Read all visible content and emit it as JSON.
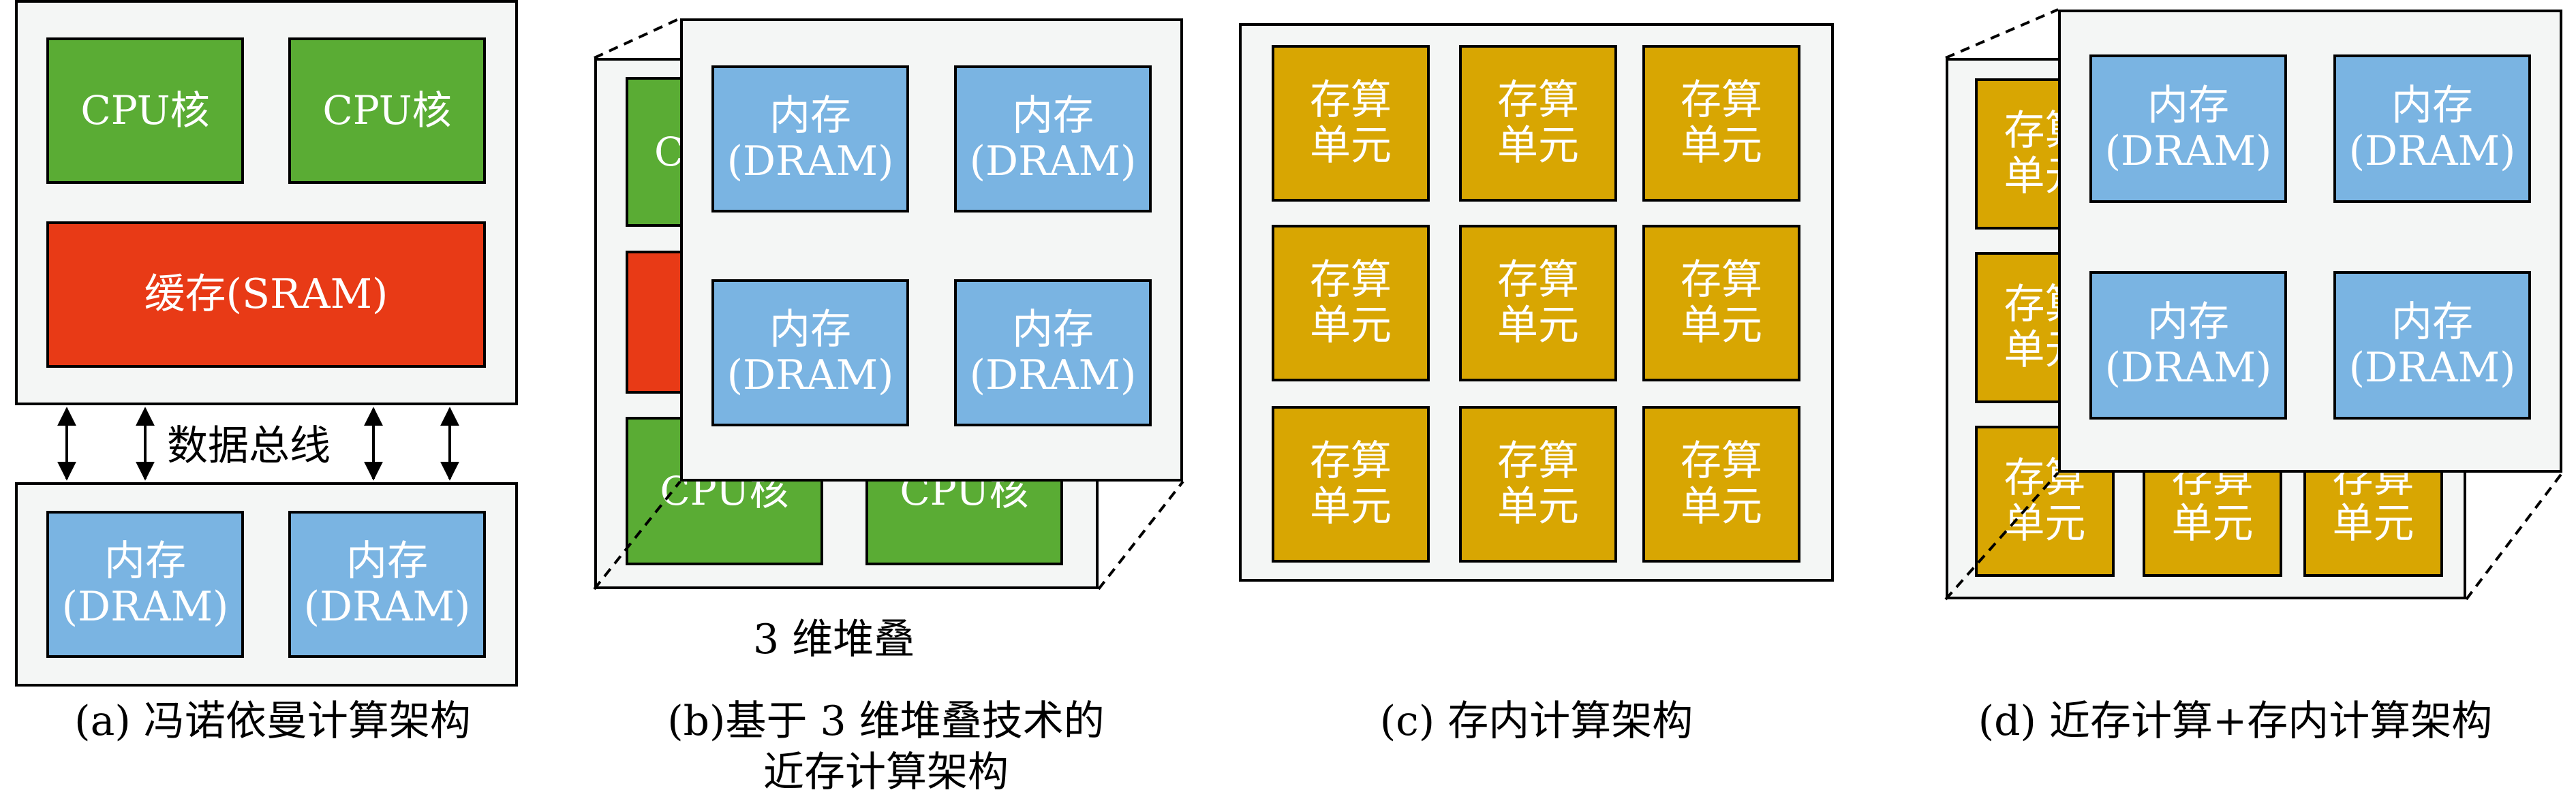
{
  "panel_a": {
    "cpu_core_1": "CPU核",
    "cpu_core_2": "CPU核",
    "cache": "缓存(SRAM)",
    "bus_label": "数据总线",
    "dram_1": {
      "line1": "内存",
      "line2": "(DRAM)"
    },
    "dram_2": {
      "line1": "内存",
      "line2": "(DRAM)"
    },
    "caption": "(a) 冯诺依曼计算架构"
  },
  "panel_b": {
    "back_cpu_1": "CPU核",
    "back_cpu_2": "CPU核",
    "back_cpu_top": "C",
    "dram": [
      {
        "line1": "内存",
        "line2": "(DRAM)"
      },
      {
        "line1": "内存",
        "line2": "(DRAM)"
      },
      {
        "line1": "内存",
        "line2": "(DRAM)"
      },
      {
        "line1": "内存",
        "line2": "(DRAM)"
      }
    ],
    "stack_label": "3 维堆叠",
    "caption_line1": "(b)基于 3 维堆叠技术的",
    "caption_line2": "近存计算架构"
  },
  "panel_c": {
    "unit": {
      "line1": "存算",
      "line2": "单元"
    },
    "caption": "(c) 存内计算架构"
  },
  "panel_d": {
    "unit": {
      "line1": "存算",
      "line2": "单元"
    },
    "unit_partial_top": "存算",
    "unit_partial_bottom": "单元",
    "dram": [
      {
        "line1": "内存",
        "line2": "(DRAM)"
      },
      {
        "line1": "内存",
        "line2": "(DRAM)"
      },
      {
        "line1": "内存",
        "line2": "(DRAM)"
      },
      {
        "line1": "内存",
        "line2": "(DRAM)"
      }
    ],
    "caption": "(d) 近存计算+存内计算架构"
  }
}
